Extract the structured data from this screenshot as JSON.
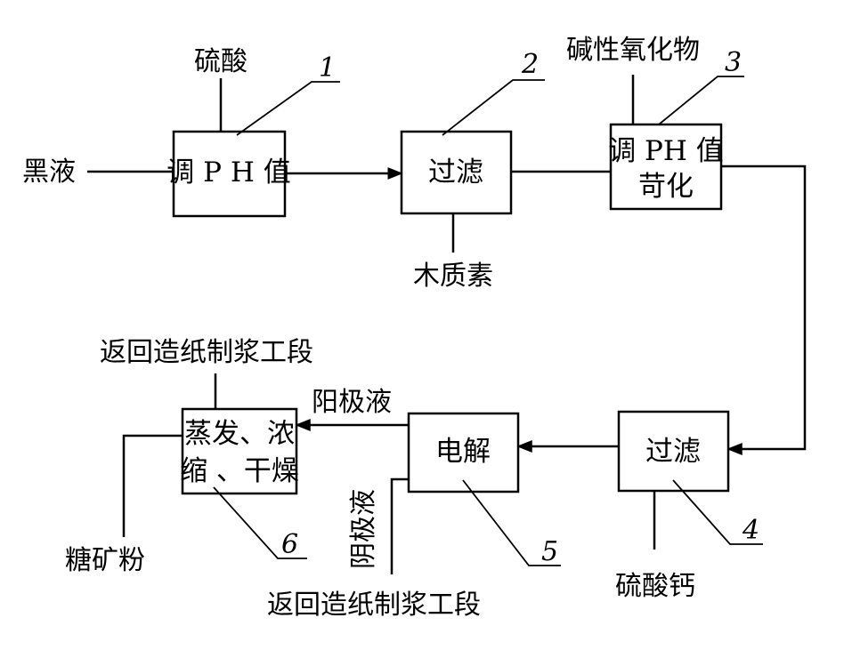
{
  "boxes": {
    "box1": "调 P H 值",
    "box2": "过滤",
    "box3": {
      "line1": "调 PH 值",
      "line2": "苛化"
    },
    "box4": "过滤",
    "box5": "电解",
    "box6": {
      "line1": "蒸发、浓",
      "line2": "缩 、干燥"
    }
  },
  "labels": {
    "black_liquor": "黑液",
    "sulfuric_acid": "硫酸",
    "lignin": "木质素",
    "alkaline_oxide": "碱性氧化物",
    "calcium_sulfate": "硫酸钙",
    "anolyte": "阳极液",
    "catholyte": "阴极液",
    "return_top": "返回造纸制浆工段",
    "return_bottom": "返回造纸制浆工段",
    "sugar_ore_powder": "糖矿粉"
  },
  "numbers": {
    "n1": "1",
    "n2": "2",
    "n3": "3",
    "n4": "4",
    "n5": "5",
    "n6": "6"
  },
  "colors": {
    "line": "#000000",
    "background": "#ffffff"
  }
}
